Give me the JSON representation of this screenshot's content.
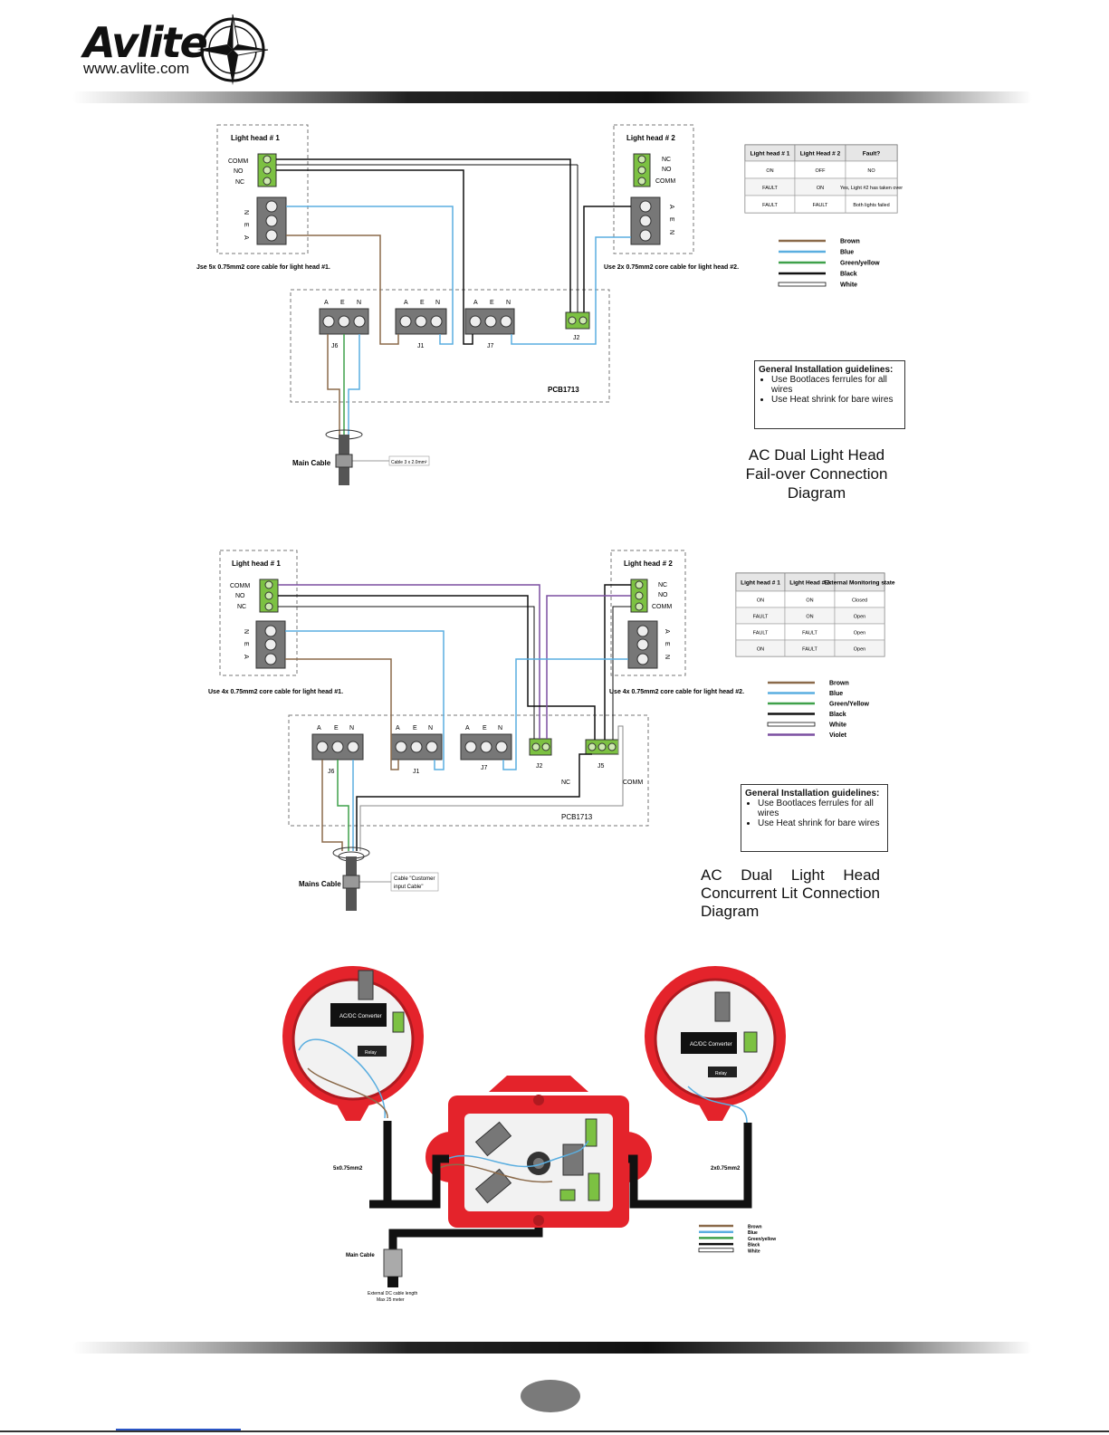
{
  "header": {
    "logo_text": "Avlite",
    "logo_url": "www.avlite.com"
  },
  "diagram1": {
    "title_lines": [
      "AC Dual Light Head",
      "Fail-over Connection",
      "Diagram"
    ],
    "light_head_1": {
      "label": "Light head # 1",
      "terms": [
        "COMM",
        "NO",
        "NC"
      ],
      "power": [
        "N",
        "E",
        "A"
      ]
    },
    "light_head_2": {
      "label": "Light head # 2",
      "terms": [
        "NC",
        "NO",
        "COMM"
      ],
      "power": [
        "A",
        "E",
        "N"
      ]
    },
    "cable_note_1": "Jse 5x 0.75mm2 core cable for light head #1.",
    "cable_note_2": "Use 2x 0.75mm2 core cable for light head #2.",
    "pcb_label": "PCB1713",
    "connectors": [
      "J6",
      "J1",
      "J7",
      "J2"
    ],
    "main_cable_label": "Main Cable",
    "cable_tag": "Cable 3 x 2.0mm²",
    "table": {
      "headers": [
        "Light head # 1",
        "Light Head # 2",
        "Fault?"
      ],
      "rows": [
        [
          "ON",
          "OFF",
          "NO"
        ],
        [
          "FAULT",
          "ON",
          "Yes, Light #2 has taken over"
        ],
        [
          "FAULT",
          "FAULT",
          "Both lights failed"
        ]
      ]
    },
    "legend": [
      "Brown",
      "Blue",
      "Green/yellow",
      "Black",
      "White"
    ],
    "guidelines": {
      "heading": "General Installation guidelines:",
      "items": [
        "Use Bootlaces ferrules for all wires",
        "Use Heat shrink for bare wires"
      ]
    }
  },
  "diagram2": {
    "title_lines": [
      "AC Dual Light Head",
      "Concurrent Lit Connection",
      "Diagram"
    ],
    "light_head_1": {
      "label": "Light head # 1",
      "terms": [
        "COMM",
        "NO",
        "NC"
      ],
      "power": [
        "N",
        "E",
        "A"
      ]
    },
    "light_head_2": {
      "label": "Light head # 2",
      "terms": [
        "NC",
        "NO",
        "COMM"
      ],
      "power": [
        "A",
        "E",
        "N"
      ]
    },
    "cable_note_1": "Use 4x 0.75mm2 core cable for light head #1.",
    "cable_note_2": "Use 4x 0.75mm2 core cable for light head #2.",
    "pcb_label": "PCB1713",
    "connectors": [
      "J6",
      "J1",
      "J7",
      "J2",
      "J5"
    ],
    "nc_label": "NC",
    "comm_label": "COMM",
    "main_cable_label": "Mains Cable",
    "cable_tag_lines": [
      "Cable \"Customer",
      "input Cable\""
    ],
    "table": {
      "headers": [
        "Light head # 1",
        "Light Head # 2",
        "External Monitoring state"
      ],
      "rows": [
        [
          "ON",
          "ON",
          "Closed"
        ],
        [
          "FAULT",
          "ON",
          "Open"
        ],
        [
          "FAULT",
          "FAULT",
          "Open"
        ],
        [
          "ON",
          "FAULT",
          "Open"
        ]
      ]
    },
    "legend": [
      "Brown",
      "Blue",
      "Green/Yellow",
      "Black",
      "White",
      "Violet"
    ],
    "guidelines": {
      "heading": "General Installation guidelines:",
      "items": [
        "Use Bootlaces ferrules for all wires",
        "Use Heat shrink for bare wires"
      ]
    }
  },
  "diagram3": {
    "converter_label": "AC/DC Converter",
    "relay_label": "Relay",
    "cable_left": "5x0.75mm2",
    "cable_right": "2x0.75mm2",
    "main_cable_label": "Main Cable",
    "note_lines": [
      "External DC cable length",
      "Max 25 meter"
    ],
    "legend": [
      "Brown",
      "Blue",
      "Green/yellow",
      "Black",
      "White"
    ]
  },
  "colors": {
    "brown": "#8b6a4a",
    "blue": "#5aaee0",
    "green": "#3fa14a",
    "black": "#111111",
    "violet": "#7b4fa0",
    "terminal_green": "#7cc142",
    "housing_red": "#e4232b"
  }
}
